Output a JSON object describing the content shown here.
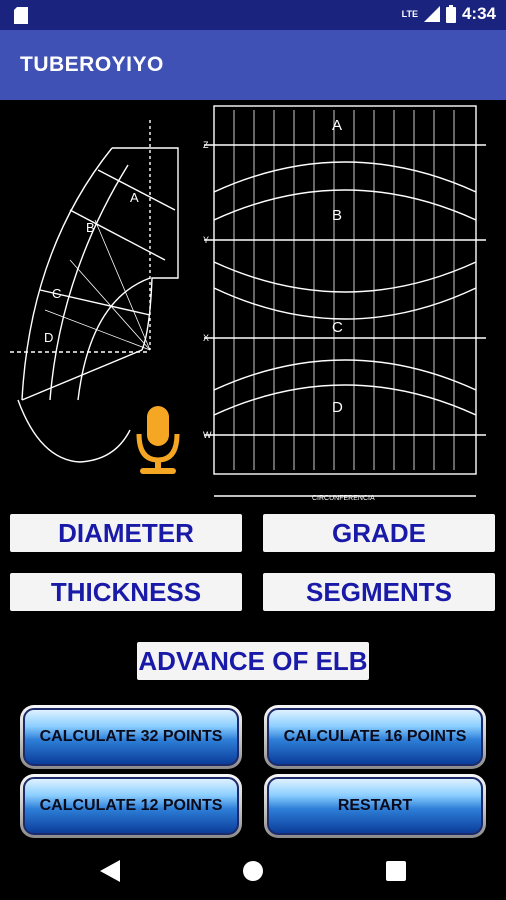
{
  "status": {
    "network": "LTE",
    "time": "4:34"
  },
  "app": {
    "title": "TUBEROYIYO"
  },
  "buttons": {
    "diameter": "DIAMETER",
    "grade": "GRADE",
    "thickness": "THICKNESS",
    "segments": "SEGMENTS",
    "advance": "ADVANCE OF ELB",
    "calc32": "CALCULATE 32 POINTS",
    "calc16": "CALCULATE 16 POINTS",
    "calc12": "CALCULATE 12 POINTS",
    "restart": "RESTART"
  },
  "drawing": {
    "segments": [
      "A",
      "B",
      "C",
      "D"
    ],
    "row_labels": [
      "Z",
      "Y",
      "X",
      "W"
    ],
    "footer": "CIRCUNFERENCIA"
  },
  "colors": {
    "statusbar": "#1a237e",
    "appbar": "#3f51b5",
    "mic": "#f5a623",
    "button_text": "#1a1aa8"
  },
  "icons": {
    "mic": "microphone-icon",
    "back": "back-triangle-icon",
    "home": "home-circle-icon",
    "recents": "recents-square-icon"
  }
}
